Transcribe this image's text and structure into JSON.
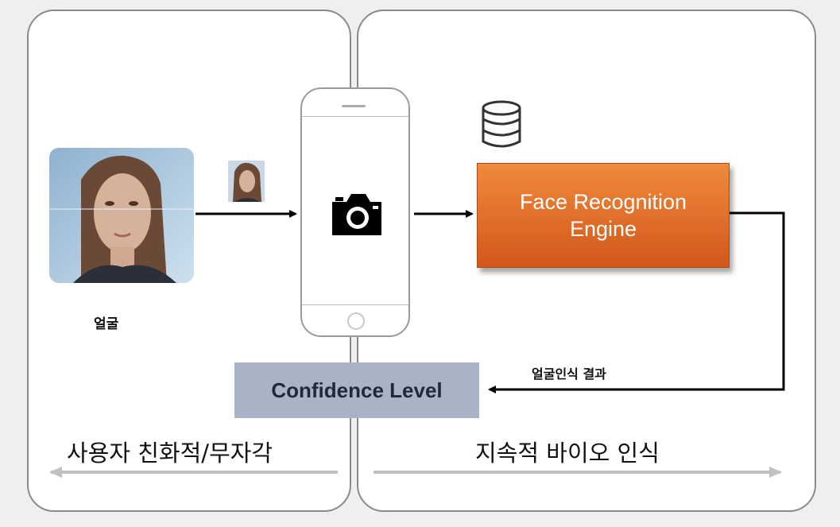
{
  "diagram": {
    "face_label": "얼굴",
    "engine_line1": "Face Recognition",
    "engine_line2": "Engine",
    "result_label": "얼굴인식 결과",
    "confidence_label": "Confidence Level",
    "left_caption": "사용자 친화적/무자각",
    "right_caption": "지속적 바이오 인식"
  },
  "colors": {
    "engine": "#e4702a",
    "confidence_box": "#a8b4c6",
    "panel_border": "#8a8a8a",
    "caption_arrow": "#c0c0c0"
  },
  "icons": [
    "camera-icon",
    "database-icon",
    "home-button-icon"
  ]
}
